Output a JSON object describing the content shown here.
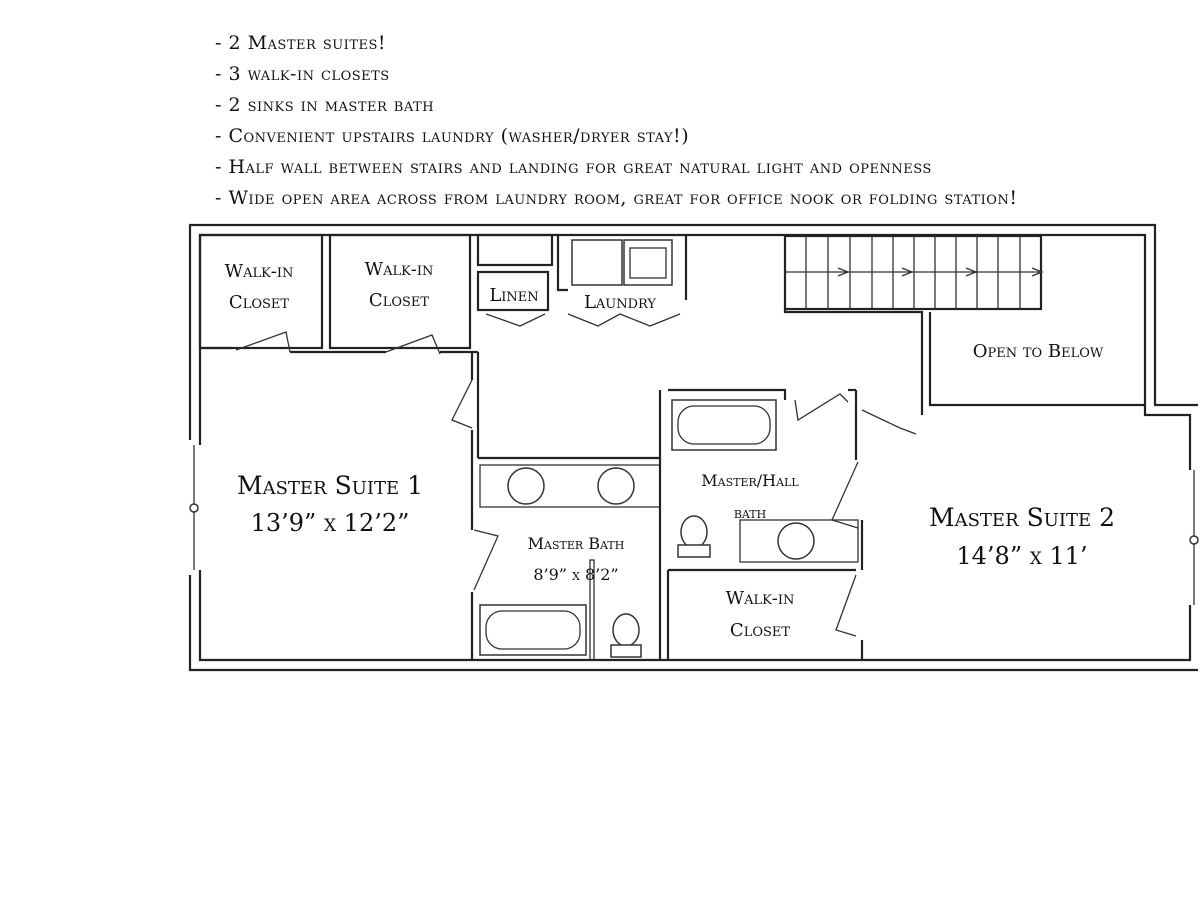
{
  "features": [
    "- 2 Master suites!",
    "- 3 walk-in closets",
    "- 2 sinks in master bath",
    "- Convenient upstairs laundry (washer/dryer stay!)",
    "- Half wall between stairs and landing for great natural light and openness",
    "- Wide open area across from laundry room, great for office nook or folding station!"
  ],
  "rooms": {
    "walkin_closet_1": {
      "line1": "Walk-in",
      "line2": "Closet"
    },
    "walkin_closet_2": {
      "line1": "Walk-in",
      "line2": "Closet"
    },
    "linen": "Linen",
    "laundry": "Laundry",
    "open_to_below": "Open to Below",
    "master_suite_1": {
      "name": "Master Suite 1",
      "dims": "13’9” x 12’2”"
    },
    "master_bath": {
      "name": "Master Bath",
      "dims": "8’9” x 8’2”"
    },
    "master_hall_bath": {
      "line1": "Master/Hall",
      "line2": "bath"
    },
    "walkin_closet_3": {
      "line1": "Walk-in",
      "line2": "Closet"
    },
    "master_suite_2": {
      "name": "Master Suite 2",
      "dims": "14’8” x 11’"
    }
  }
}
